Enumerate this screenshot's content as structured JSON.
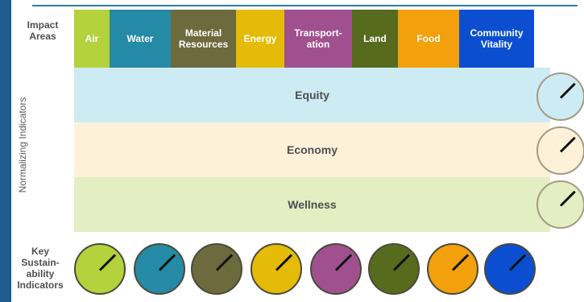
{
  "row_labels": {
    "impact": "Impact Areas",
    "normalizing": "Normalizing Indicators",
    "ksi": "Key Sustain-ability Indicators"
  },
  "impact_areas": [
    {
      "label": "Air",
      "color": "#b3d23c"
    },
    {
      "label": "Water",
      "color": "#248aa5"
    },
    {
      "label": "Material Resources",
      "color": "#6d6a3d"
    },
    {
      "label": "Energy",
      "color": "#e4bb08"
    },
    {
      "label": "Transport-ation",
      "color": "#a0508e"
    },
    {
      "label": "Land",
      "color": "#576b1f"
    },
    {
      "label": "Food",
      "color": "#f2a00c"
    },
    {
      "label": "Community Vitality",
      "color": "#0b4fd0"
    }
  ],
  "normalizing": [
    {
      "label": "Equity",
      "color": "#cdebf3"
    },
    {
      "label": "Economy",
      "color": "#fdf2d9"
    },
    {
      "label": "Wellness",
      "color": "#e3eec3"
    }
  ],
  "colors": {
    "left_band": "#1f5d8e",
    "top_rule": "#2b7fa5",
    "needle": "#111111"
  }
}
